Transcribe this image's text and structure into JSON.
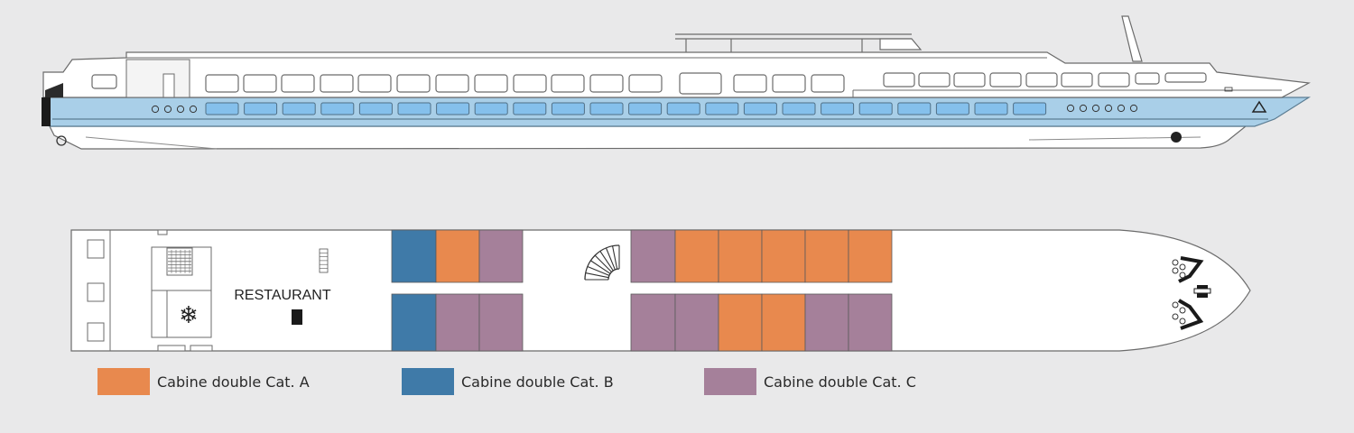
{
  "deck": {
    "restaurant_label": "RESTAURANT",
    "snowflake_glyph": "❄"
  },
  "colors": {
    "cat_a": "#e8894e",
    "cat_b": "#3f7aa8",
    "cat_c": "#a5809a",
    "hull_blue": "#a9cfe8",
    "window_blue": "#85c0ec"
  },
  "legend": {
    "cat_a": "Cabine double Cat. A",
    "cat_b": "Cabine double Cat. B",
    "cat_c": "Cabine double Cat. C"
  },
  "cabins": {
    "top": [
      "B",
      "A",
      "C",
      null,
      null,
      null,
      "C",
      "A",
      "A",
      "A",
      "A",
      "A"
    ],
    "bottom": [
      "B",
      "C",
      "C",
      null,
      null,
      null,
      "C",
      "C",
      "A",
      "A",
      "C",
      "C"
    ]
  }
}
